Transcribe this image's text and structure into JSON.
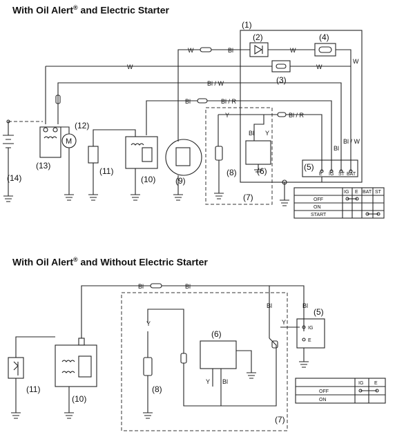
{
  "sections": [
    {
      "title": "With Oil Alert",
      "title_suffix": " and Electric Starter"
    },
    {
      "title": "With Oil Alert",
      "title_suffix": " and Without Electric Starter"
    }
  ],
  "reg_mark": "®",
  "top": {
    "labels": {
      "c1": "(1)",
      "c2": "(2)",
      "c3": "(3)",
      "c4": "(4)",
      "c5": "(5)",
      "c6": "(6)",
      "c7": "(7)",
      "c8": "(8)",
      "c9": "(9)",
      "c10": "(10)",
      "c11": "(11)",
      "c12": "(12)",
      "c13": "(13)",
      "c14": "(14)"
    },
    "wires": {
      "w1": "W",
      "bl1": "Bl",
      "w2": "W",
      "w3": "W",
      "blw": "Bl / W",
      "bl2": "Bl",
      "blr1": "Bl / R",
      "blr2": "Bl / R",
      "y": "Y",
      "bl3": "Bl",
      "y2": "Y",
      "v_bl": "Bl",
      "v_blw": "Bl / W",
      "v_w": "W"
    },
    "motor": "M",
    "switch_terminals": [
      "E",
      "IG",
      "ST",
      "BAT"
    ],
    "table": {
      "headers": [
        "IG",
        "E",
        "BAT",
        "ST"
      ],
      "rows": [
        "OFF",
        "ON",
        "START"
      ]
    }
  },
  "bottom": {
    "labels": {
      "c5": "(5)",
      "c6": "(6)",
      "c7": "(7)",
      "c8": "(8)",
      "c10": "(10)",
      "c11": "(11)"
    },
    "wires": {
      "bl1": "Bl",
      "bl2": "Bl",
      "bl_v1": "Bl",
      "bl_v2": "Bl",
      "y1": "Y",
      "y2": "Y",
      "y3": "Y",
      "bl_6": "Bl"
    },
    "switch_terminals": [
      "IG",
      "E"
    ],
    "table": {
      "headers": [
        "IG",
        "E"
      ],
      "rows": [
        "OFF",
        "ON"
      ]
    }
  },
  "colors": {
    "ink": "#222222",
    "background": "#ffffff"
  }
}
